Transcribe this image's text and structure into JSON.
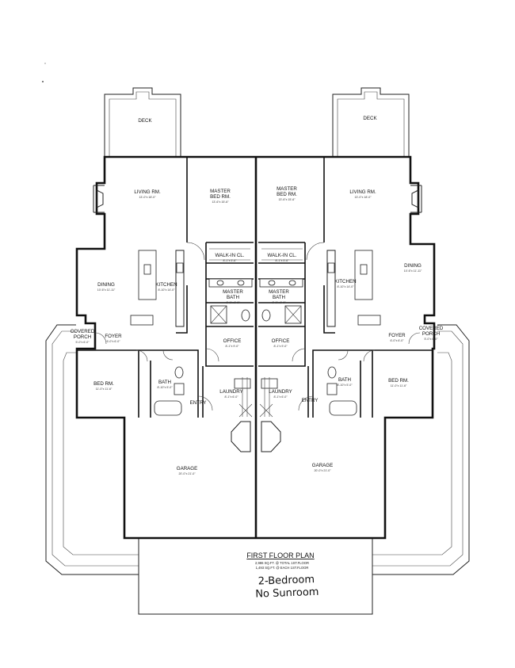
{
  "rooms": {
    "deck_left": "DECK",
    "deck_right": "DECK",
    "living_left": "LIVING RM.",
    "living_left_dim": "13'-0\"x 18'-0\"",
    "living_right": "LIVING RM.",
    "living_right_dim": "13'-0\"x 18'-0\"",
    "master_left_l1": "MASTER",
    "master_left_l2": "BED RM.",
    "master_left_dim": "13'-6\"x 15'-6\"",
    "master_right_l1": "MASTER",
    "master_right_l2": "BED RM.",
    "master_right_dim": "13'-6\"x 15'-6\"",
    "walkin_left": "WALK-IN CL.",
    "walkin_left_dim": "8'-1\"x 5'-6\"",
    "walkin_right": "WALK-IN CL.",
    "walkin_right_dim": "8'-1\"x 5'-6\"",
    "mbath_left_l1": "MASTER",
    "mbath_left_l2": "BATH",
    "mbath_left_dim": "8'-1\"x 8'-6\"",
    "mbath_right_l1": "MASTER",
    "mbath_right_l2": "BATH",
    "mbath_right_dim": "8'-1\"x 8'-6\"",
    "dining_left": "DINING",
    "dining_left_dim": "10'-6\"x 11'-11\"",
    "dining_right": "DINING",
    "dining_right_dim": "10'-6\"x 11'-11\"",
    "kitchen_left": "KITCHEN",
    "kitchen_left_dim": "8'-10\"x 14'-0\"",
    "kitchen_right": "KITCHEN",
    "kitchen_right_dim": "8'-10\"x 14'-0\"",
    "porch_left_l1": "COVERED",
    "porch_left_l2": "PORCH",
    "porch_left_dim": "5'-0\"x 6'-0\"",
    "porch_right_l1": "COVERED",
    "porch_right_l2": "PORCH",
    "porch_right_dim": "5'-0\"x 6'-0\"",
    "foyer_left": "FOYER",
    "foyer_left_dim": "6'-0\"x 6'-0\"",
    "foyer_right": "FOYER",
    "foyer_right_dim": "6'-0\"x 6'-0\"",
    "office_left": "OFFICE",
    "office_left_dim": "8'-1\"x 9'-0\"",
    "office_right": "OFFICE",
    "office_right_dim": "8'-1\"x 9'-0\"",
    "bed_left": "BED RM.",
    "bed_left_dim": "11'-0\"x 11'-6\"",
    "bed_right": "BED RM.",
    "bed_right_dim": "11'-0\"x 11'-6\"",
    "bath_left": "BATH",
    "bath_left_dim": "8'-10\"x 5'-0\"",
    "bath_right": "BATH",
    "bath_right_dim": "8'-10\"x 5'-0\"",
    "laundry_left": "LAUNDRY",
    "laundry_left_dim": "8'-1\"x 6'-0\"",
    "laundry_right": "LAUNDRY",
    "laundry_right_dim": "8'-1\"x 6'-0\"",
    "entry_left": "ENTRY",
    "entry_right": "ENTRY",
    "garage_left": "GARAGE",
    "garage_left_dim": "20'-0\"x 21'-0\"",
    "garage_right": "GARAGE",
    "garage_right_dim": "20'-0\"x 21'-0\""
  },
  "title_block": {
    "title": "FIRST FLOOR PLAN",
    "line1": "2,986 SQ.FT. @ TOTAL 1ST.FLOOR",
    "line2": "1,493 SQ.FT. @ EACH 1ST.FLOOR"
  },
  "handwritten": {
    "line1": "2-Bedroom",
    "line2": "No Sunroom"
  }
}
